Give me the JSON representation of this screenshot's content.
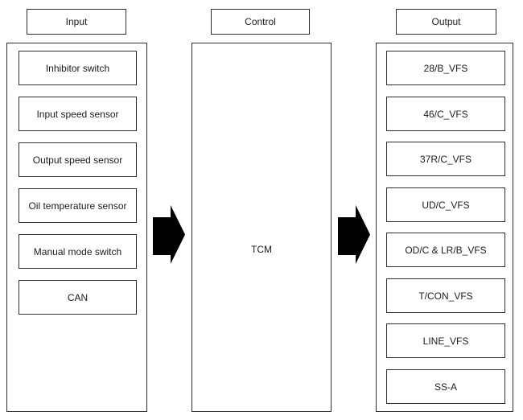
{
  "headers": {
    "input": "Input",
    "control": "Control",
    "output": "Output"
  },
  "control": {
    "label": "TCM"
  },
  "input": {
    "items": [
      "Inhibitor switch",
      "Input speed sensor",
      "Output speed sensor",
      "Oil temperature sensor",
      "Manual mode switch",
      "CAN"
    ]
  },
  "output": {
    "items": [
      "28/B_VFS",
      "46/C_VFS",
      "37R/C_VFS",
      "UD/C_VFS",
      "OD/C & LR/B_VFS",
      "T/CON_VFS",
      "LINE_VFS",
      "SS-A"
    ]
  },
  "colors": {
    "background": "#ffffff",
    "border": "#2e2e2e",
    "text": "#1c1c1c",
    "arrow": "#000000"
  }
}
